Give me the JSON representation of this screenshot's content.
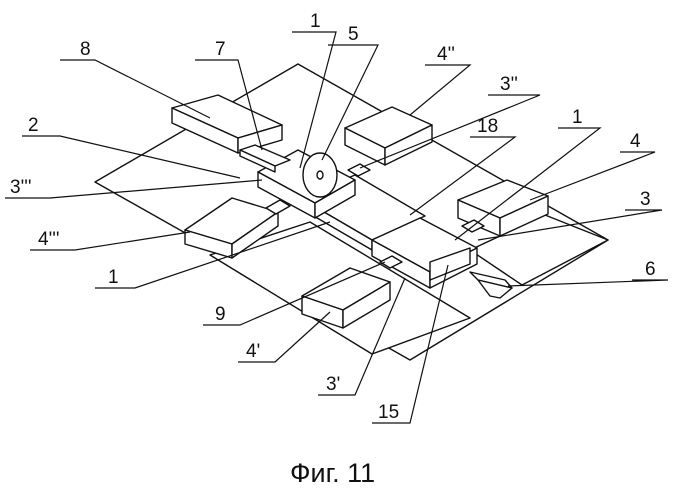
{
  "labels": {
    "l8": "8",
    "l7": "7",
    "l1_top": "1",
    "l5": "5",
    "l4dbl": "4''",
    "l3dbl": "3''",
    "l2": "2",
    "l18": "18",
    "l1_right": "1",
    "l4": "4",
    "l3trp": "3'''",
    "l3": "3",
    "l4trp": "4'''",
    "l6": "6",
    "l1_left": "1",
    "l9": "9",
    "l4prime": "4'",
    "l3prime": "3'",
    "l15": "15"
  },
  "caption": "Фиг. 11"
}
